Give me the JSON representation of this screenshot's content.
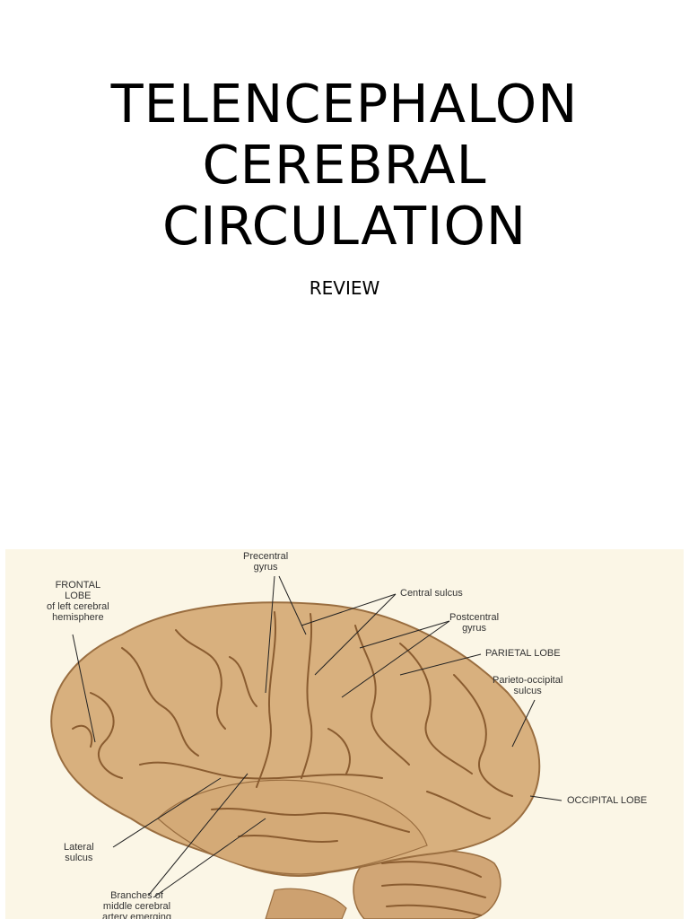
{
  "slide": {
    "title_lines": [
      "TELENCEPHALON",
      "CEREBRAL",
      "CIRCULATION"
    ],
    "subtitle": "REVIEW"
  },
  "figure": {
    "labels": {
      "precentral_gyrus": "Precentral\ngyrus",
      "central_sulcus": "Central sulcus",
      "postcentral_gyrus": "Postcentral\ngyrus",
      "frontal_lobe": "FRONTAL\nLOBE\nof left cerebral\nhemisphere",
      "parietal_lobe": "PARIETAL LOBE",
      "parieto_occipital_sulcus": "Parieto-occipital\nsulcus",
      "occipital_lobe": "OCCIPITAL LOBE",
      "lateral_sulcus": "Lateral\nsulcus",
      "branches_mca": "Branches of\nmiddle cerebral\nartery emerging"
    },
    "colors": {
      "background": "#fbf6e6",
      "brain": "#d8b07e",
      "sulci": "#8a5c30"
    }
  }
}
